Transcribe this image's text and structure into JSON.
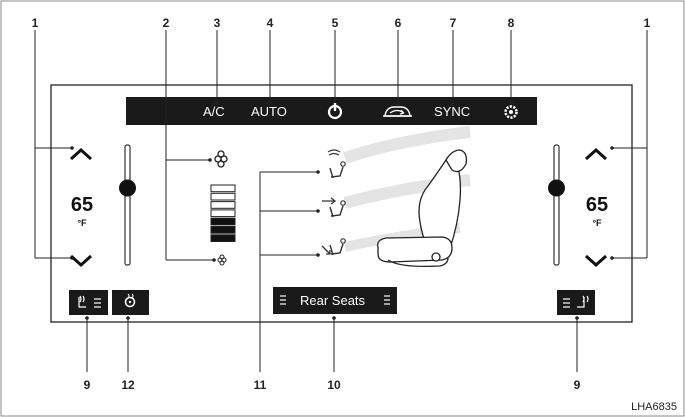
{
  "callouts": {
    "top": [
      "1",
      "2",
      "3",
      "4",
      "5",
      "6",
      "7",
      "8",
      "1"
    ],
    "bottom": [
      "9",
      "12",
      "11",
      "10",
      "9"
    ]
  },
  "top_bar": {
    "ac_label": "A/C",
    "auto_label": "AUTO",
    "sync_label": "SYNC"
  },
  "left_zone": {
    "temperature": "65",
    "unit": "°F"
  },
  "right_zone": {
    "temperature": "65",
    "unit": "°F"
  },
  "fan_level": {
    "segments": 7,
    "filled": 3
  },
  "rear_button": {
    "label": "Rear Seats"
  },
  "figure_code": "LHA6835"
}
